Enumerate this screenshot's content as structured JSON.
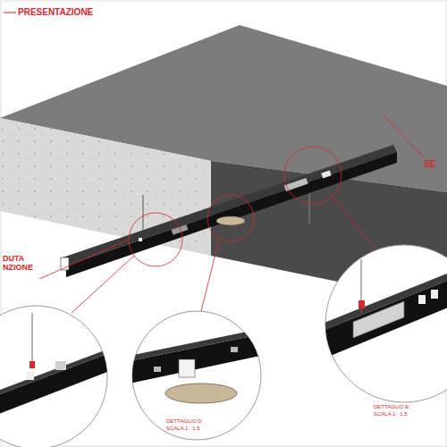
{
  "diagram": {
    "title": "PRESENTAZIONE",
    "labels": [
      "SE",
      "DUTA NZIONE",
      "DETTAGLIO D",
      "SCALA 1 : 1.5",
      "DETTAGLIO E",
      "SCALA 1 : 1.5"
    ]
  }
}
